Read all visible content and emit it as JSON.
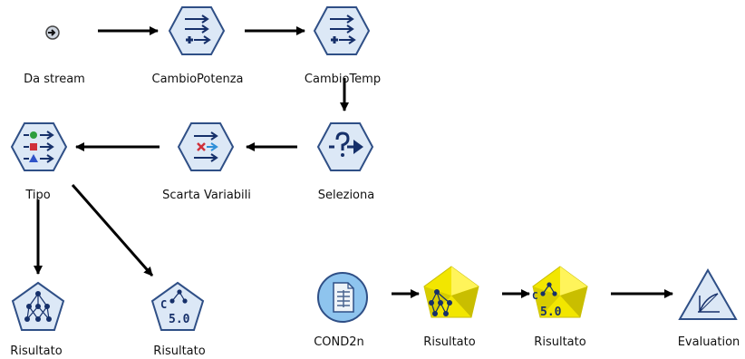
{
  "diagram": {
    "nodes": {
      "da_stream": {
        "label": "Da stream",
        "icon": "stream-source-icon"
      },
      "cambio_potenza": {
        "label": "CambioPotenza",
        "icon": "derive-arrows-plus-icon"
      },
      "cambio_temp": {
        "label": "CambioTemp",
        "icon": "derive-arrows-plus-icon"
      },
      "seleziona": {
        "label": "Seleziona",
        "icon": "select-question-arrow-icon"
      },
      "scarta_variabili": {
        "label": "Scarta Variabili",
        "icon": "filter-arrows-x-icon"
      },
      "tipo": {
        "label": "Tipo",
        "icon": "type-shapes-icon"
      },
      "risultato_1": {
        "label": "Risultato",
        "icon": "neural-net-model-icon"
      },
      "risultato_2": {
        "label": "Risultato",
        "icon": "c50-model-icon"
      },
      "cond2n": {
        "label": "COND2n",
        "icon": "document-source-icon"
      },
      "risultato_3": {
        "label": "Risultato",
        "icon": "neural-net-nugget-icon"
      },
      "risultato_4": {
        "label": "Risultato",
        "icon": "c50-nugget-icon"
      },
      "evaluation": {
        "label": "Evaluation",
        "icon": "evaluation-chart-icon"
      }
    },
    "icon_text": {
      "c50": "5.0",
      "c_letter": "C"
    },
    "edges": [
      {
        "from": "da_stream",
        "to": "cambio_potenza"
      },
      {
        "from": "cambio_potenza",
        "to": "cambio_temp"
      },
      {
        "from": "cambio_temp",
        "to": "seleziona"
      },
      {
        "from": "seleziona",
        "to": "scarta_variabili"
      },
      {
        "from": "scarta_variabili",
        "to": "tipo"
      },
      {
        "from": "tipo",
        "to": "risultato_1"
      },
      {
        "from": "tipo",
        "to": "risultato_2"
      },
      {
        "from": "cond2n",
        "to": "risultato_3"
      },
      {
        "from": "risultato_3",
        "to": "risultato_4"
      },
      {
        "from": "risultato_4",
        "to": "evaluation"
      }
    ],
    "colors": {
      "hex_fill": "#dce8f6",
      "hex_stroke": "#2f4f86",
      "glyph": "#16306a",
      "nugget_yellow": "#f2e600",
      "nugget_shadow": "#c9be00",
      "source_blue": "#8ec4ee",
      "source_stroke": "#2f4f86",
      "edge": "#000000",
      "green": "#2e9e3e",
      "red": "#d0303a",
      "blue": "#2f53c8"
    }
  }
}
